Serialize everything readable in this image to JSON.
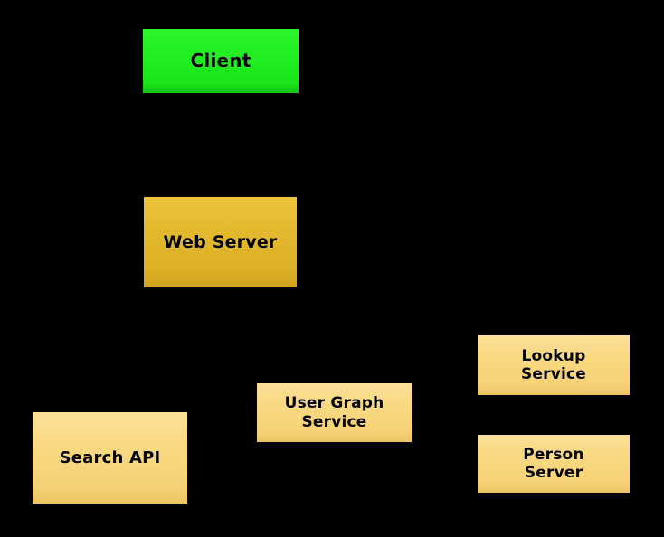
{
  "diagram": {
    "type": "architecture-block-diagram",
    "background_color": "#000000",
    "text_color": "#000000",
    "nodes": [
      {
        "id": "client",
        "label": "Client",
        "color": "#22EE22",
        "color_name": "bright-green"
      },
      {
        "id": "web-server",
        "label": "Web Server",
        "color": "#E0B429",
        "color_name": "dark-gold"
      },
      {
        "id": "search-api",
        "label": "Search API",
        "color": "#F8D881",
        "color_name": "light-gold"
      },
      {
        "id": "user-graph-service",
        "label": "User Graph\nService",
        "color": "#F8D881",
        "color_name": "light-gold"
      },
      {
        "id": "lookup-service",
        "label": "Lookup\nService",
        "color": "#F8D881",
        "color_name": "light-gold"
      },
      {
        "id": "person-server",
        "label": "Person\nServer",
        "color": "#F8D881",
        "color_name": "light-gold"
      }
    ]
  }
}
